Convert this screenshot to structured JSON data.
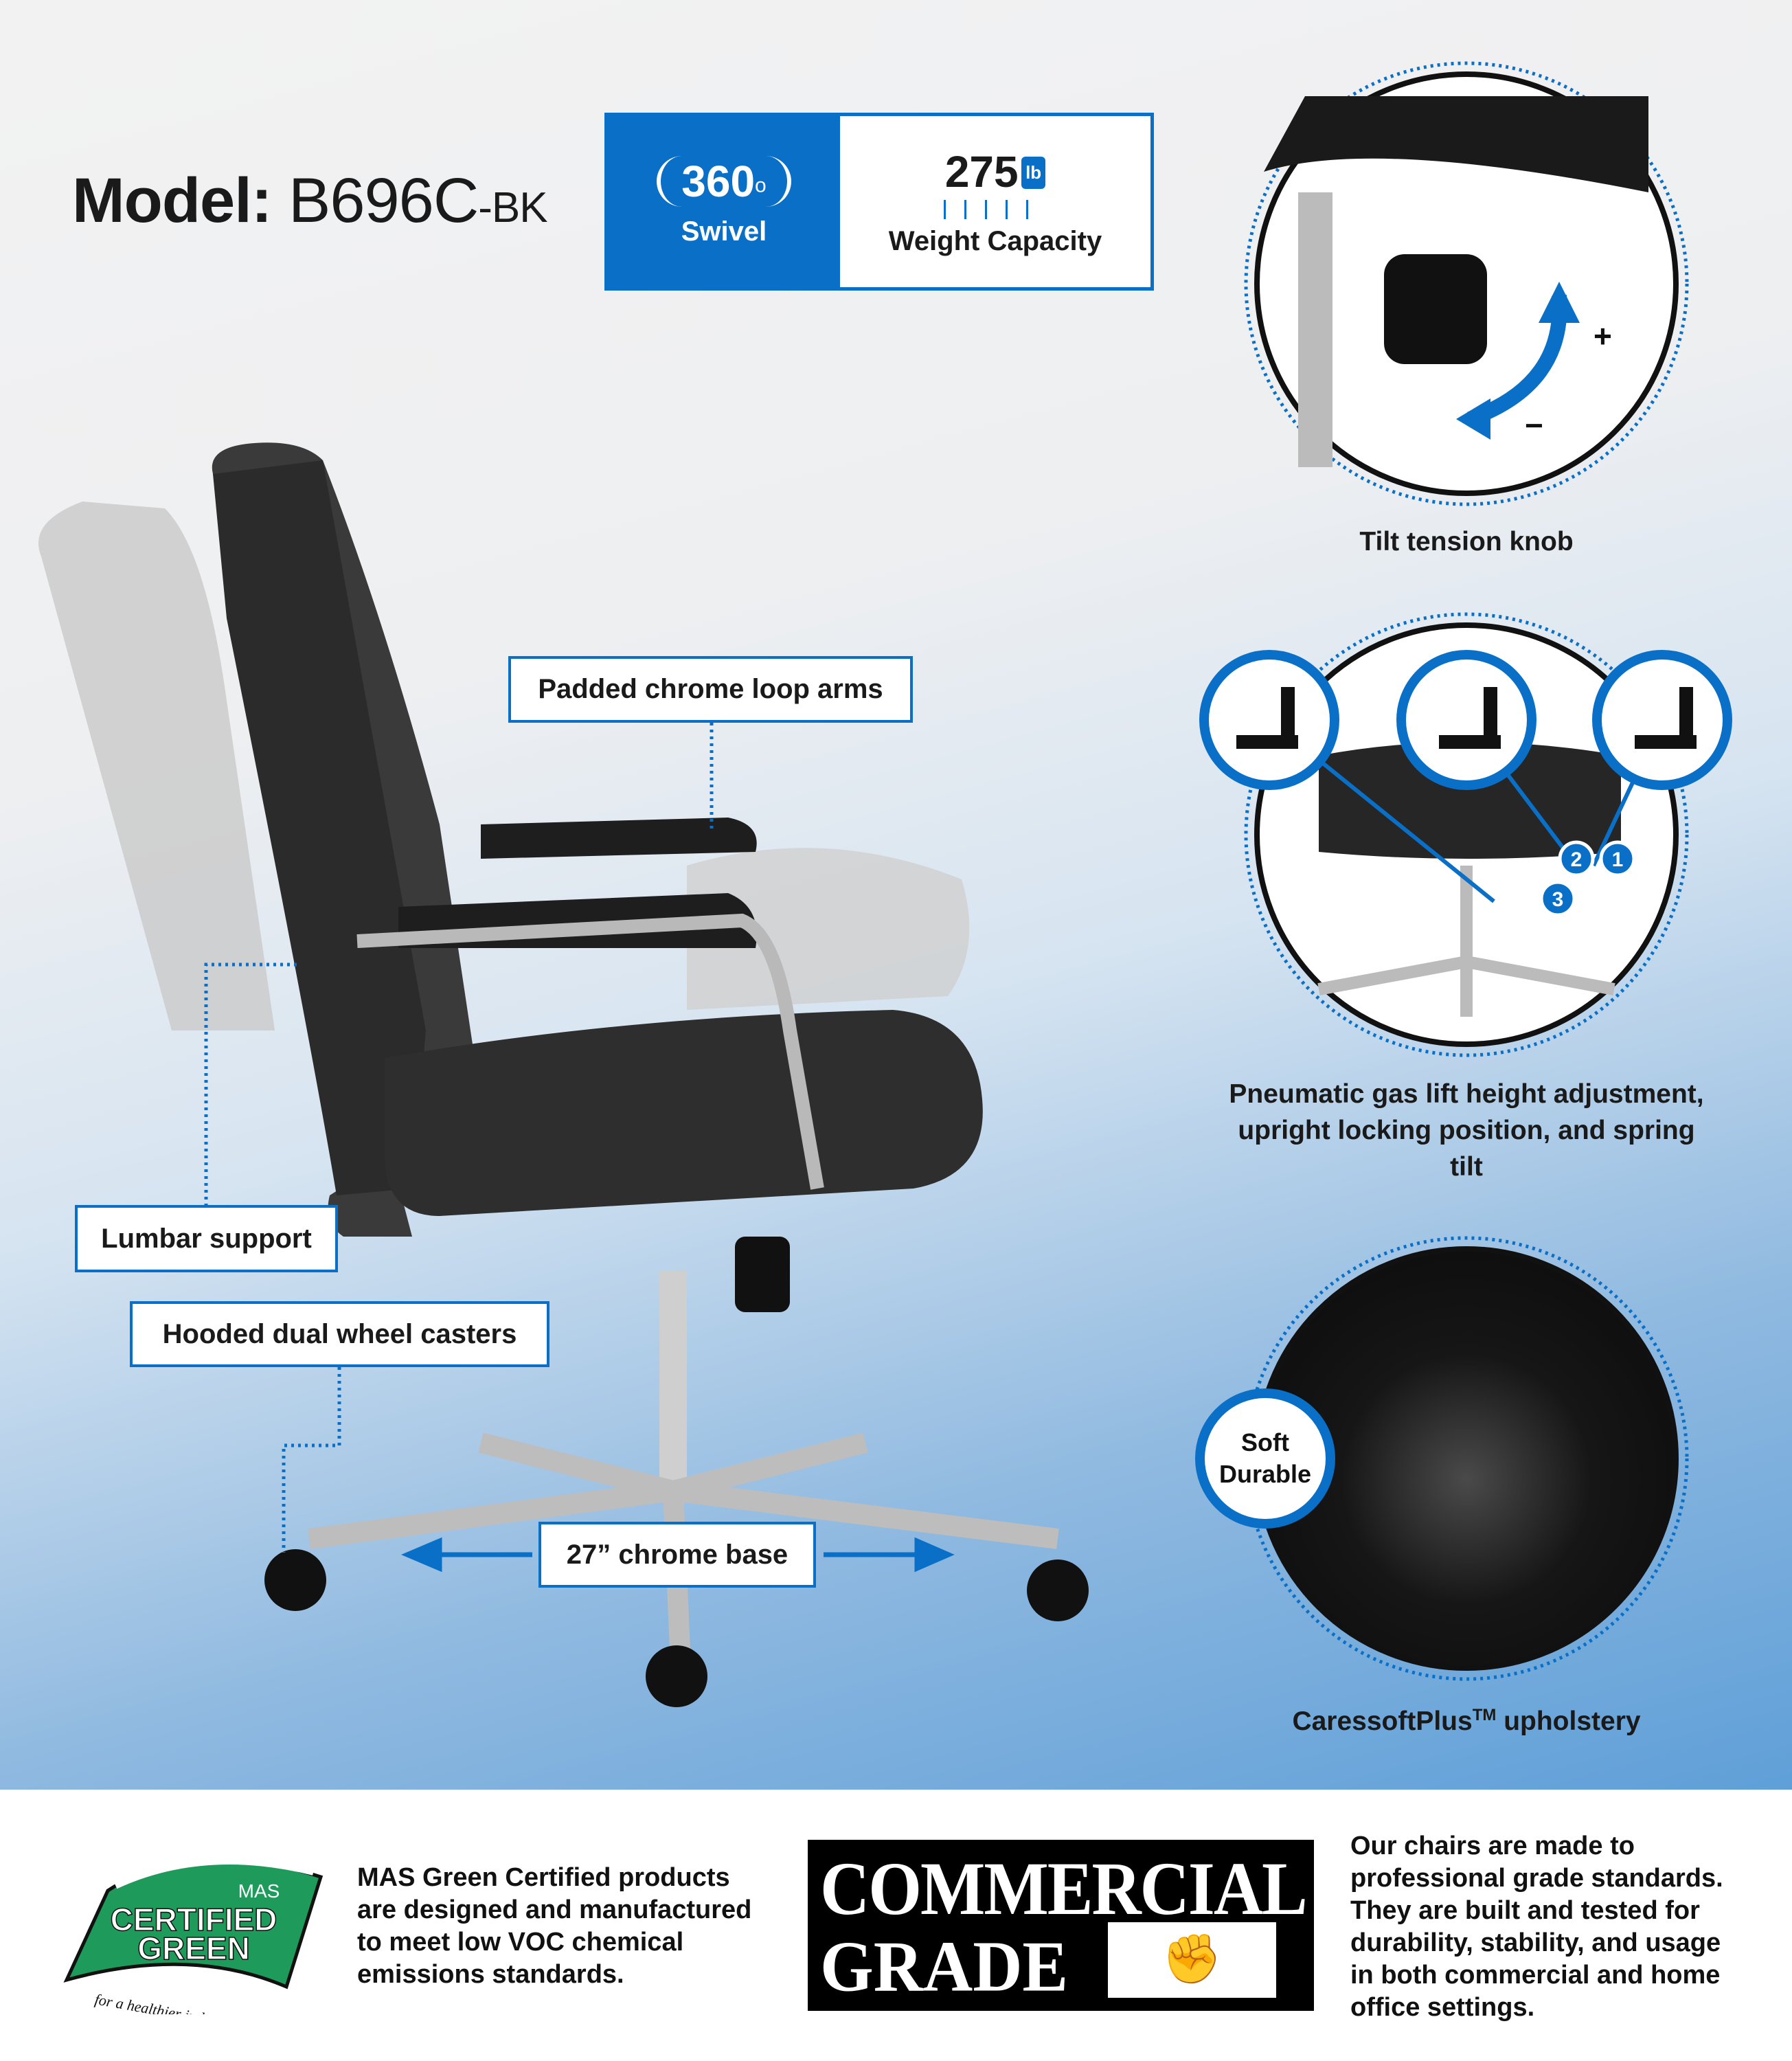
{
  "header": {
    "model_label": "Model:",
    "model_number": "B696C",
    "model_suffix": "-BK"
  },
  "specs": {
    "swivel_value": "360",
    "swivel_degree": "o",
    "swivel_label": "Swivel",
    "weight_value": "275",
    "weight_unit": "lb",
    "weight_label": "Weight Capacity"
  },
  "features": {
    "tilt_caption": "Tilt tension knob",
    "tilt_plus": "+",
    "tilt_minus": "−",
    "lift_caption_lines": [
      "Pneumatic gas lift height adjustment,",
      "upright locking position, and spring",
      "tilt"
    ],
    "lift_markers": [
      "1",
      "2",
      "3"
    ],
    "upholstery_badge_lines": [
      "Soft",
      "Durable"
    ],
    "upholstery_caption": "CaressoftPlus",
    "upholstery_tm": "TM",
    "upholstery_caption_suffix": " upholstery"
  },
  "callouts": {
    "arms": "Padded chrome loop arms",
    "lumbar": "Lumbar support",
    "casters": "Hooded dual wheel casters",
    "base": "27” chrome base"
  },
  "footer": {
    "mas_logo": {
      "top": "MAS",
      "line1": "CERTIFIED",
      "line2": "GREEN",
      "tagline": "for a healthier indoor environment"
    },
    "mas_text_lines": [
      "MAS Green Certified products",
      "are designed and manufactured",
      "to meet low VOC chemical",
      "emissions standards."
    ],
    "commercial_line1": "COMMERCIAL",
    "commercial_line2": "GRADE",
    "right_text_lines": [
      "Our chairs are made to",
      "professional grade standards.",
      "They are built and tested for",
      "durability, stability, and usage",
      "in both commercial and home",
      "office settings."
    ]
  },
  "colors": {
    "accent": "#0a6fc6",
    "green": "#1e9a5a"
  }
}
